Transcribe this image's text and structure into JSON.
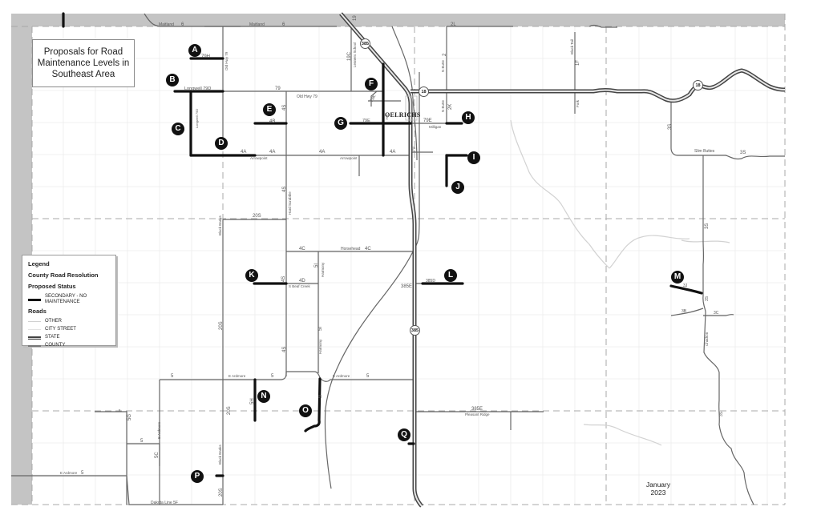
{
  "title": {
    "line1": "Proposals for Road",
    "line2": "Maintenance Levels in",
    "line3": "Southeast Area"
  },
  "legend": {
    "heading": "Legend",
    "group1": "County Road Resolution",
    "group2": "Proposed Status",
    "secondary_label": "SECONDARY - NO MAINTENANCE",
    "roads_heading": "Roads",
    "items": [
      {
        "label": "OTHER",
        "style": "other"
      },
      {
        "label": "CITY STREET",
        "style": "city"
      },
      {
        "label": "STATE",
        "style": "state"
      },
      {
        "label": "COUNTY",
        "style": "county"
      }
    ]
  },
  "date": {
    "month": "January",
    "year": "2023"
  },
  "town": "OELRICHS",
  "highways": [
    {
      "id": "385",
      "label": "385"
    },
    {
      "id": "18a",
      "label": "18"
    },
    {
      "id": "18b",
      "label": "18"
    },
    {
      "id": "385b",
      "label": "385"
    }
  ],
  "markers": [
    {
      "letter": "A"
    },
    {
      "letter": "B"
    },
    {
      "letter": "C"
    },
    {
      "letter": "D"
    },
    {
      "letter": "E"
    },
    {
      "letter": "F"
    },
    {
      "letter": "G"
    },
    {
      "letter": "H"
    },
    {
      "letter": "I"
    },
    {
      "letter": "J"
    },
    {
      "letter": "K"
    },
    {
      "letter": "L"
    },
    {
      "letter": "M"
    },
    {
      "letter": "N"
    },
    {
      "letter": "O"
    },
    {
      "letter": "P"
    },
    {
      "letter": "Q"
    }
  ],
  "road_labels": {
    "maitland": "Maitland",
    "r6": "6",
    "r19": "19",
    "r2l": "2L",
    "r79h": "79H",
    "r79d": "Longwell 79D",
    "r79": "79",
    "old_hwy_79": "Old Hwy 79",
    "r19c": "19C",
    "lenners_school": "Lenners School",
    "r4s": "4S",
    "r4b": "4B",
    "r4a": "4A",
    "arrowpoint": "Arrowpoint",
    "r79e": "79E",
    "milligan": "Milligan",
    "r79k": "79K",
    "r2": "2",
    "n_butte": "N Butte",
    "r2k": "2K",
    "r1f": "1F",
    "black_tail": "Black Tail",
    "fork": "Fork",
    "r3s": "3S",
    "slim_buttes": "Slim Buttes",
    "r20s": "20S",
    "black_banks": "Black Banks",
    "hard_scrabble": "Hard Scrabble",
    "r4c": "4C",
    "horsehead": "Horsehead",
    "r4d": "4D",
    "s_beaf_creek": "S Beaf Creek",
    "harmony": "Harmony",
    "r5i": "5I",
    "r385e": "385E",
    "r385d": "385D",
    "pleasant_ridge": "Pleasant Ridge",
    "r3j": "3J",
    "r3b": "3B",
    "r3c": "3C",
    "chadron": "Chadron",
    "r5": "5",
    "e_ardmore": "E Ardmore",
    "r5h": "5H",
    "r5g": "5G",
    "r5c": "5C",
    "dakota_line": "Dakota Line 5F"
  }
}
